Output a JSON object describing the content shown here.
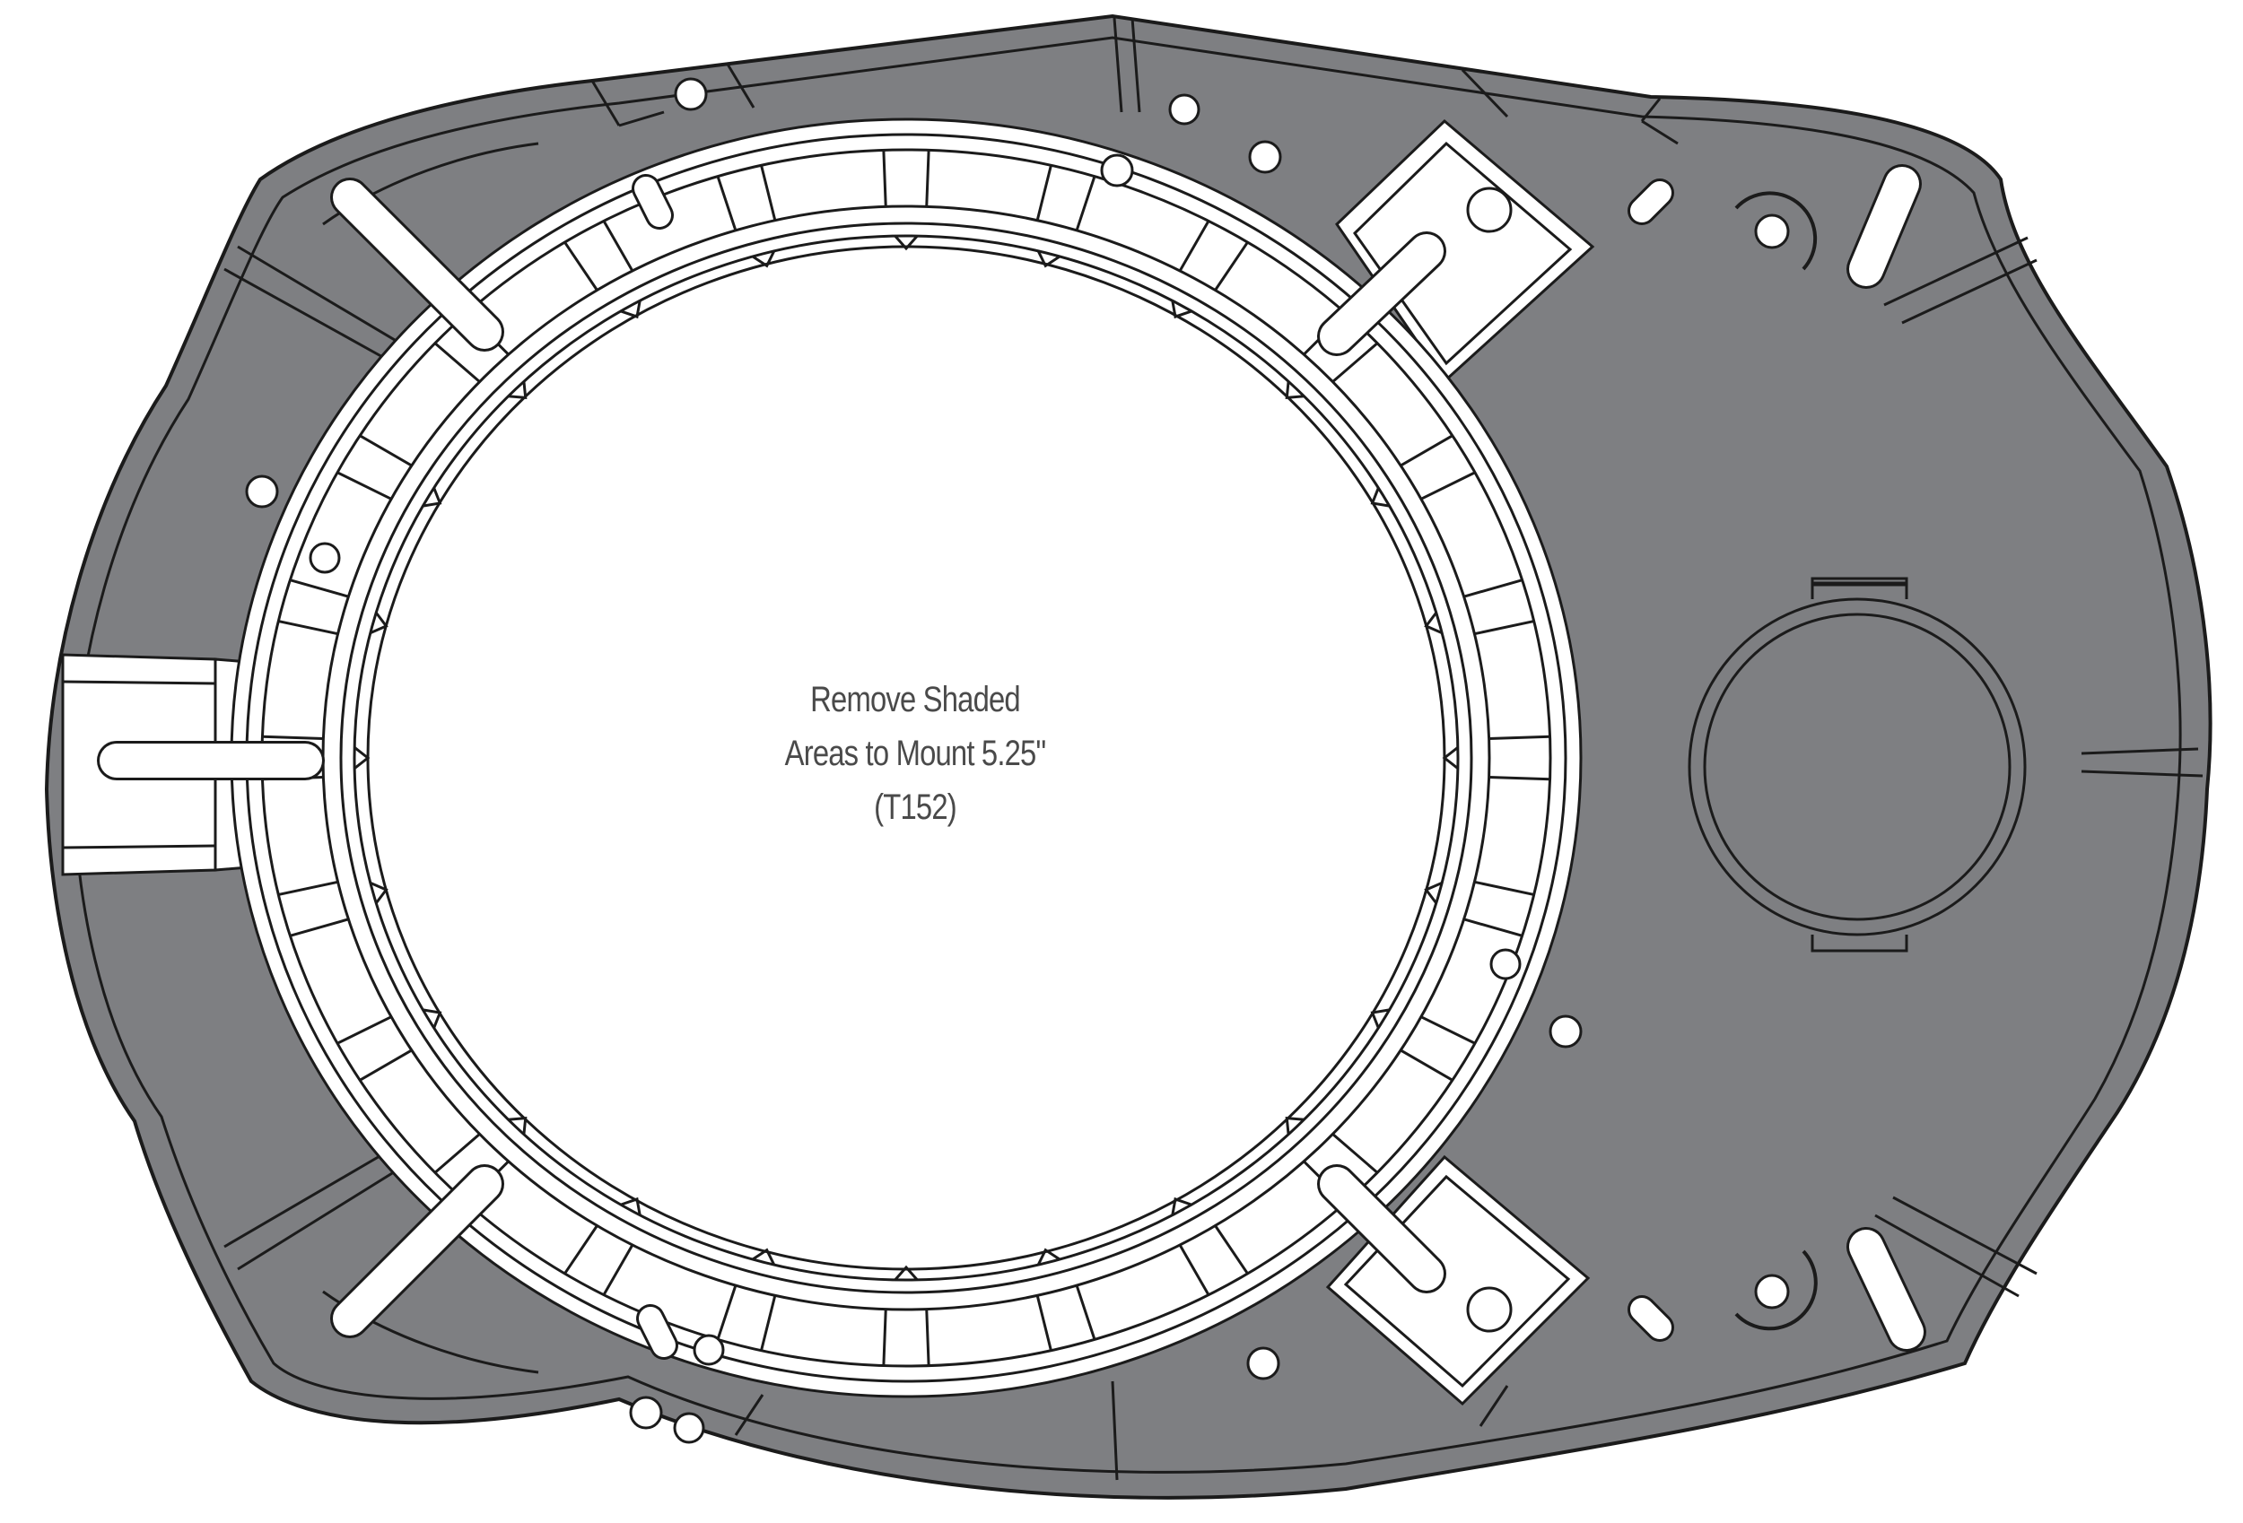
{
  "diagram": {
    "label_lines": [
      "Remove Shaded",
      "Areas to Mount 5.25\"",
      "(T152)"
    ]
  },
  "colors": {
    "shaded": "#7e7f82",
    "outline": "#1b1b1b",
    "cutout": "#ffffff",
    "text": "#4a4a4a"
  }
}
